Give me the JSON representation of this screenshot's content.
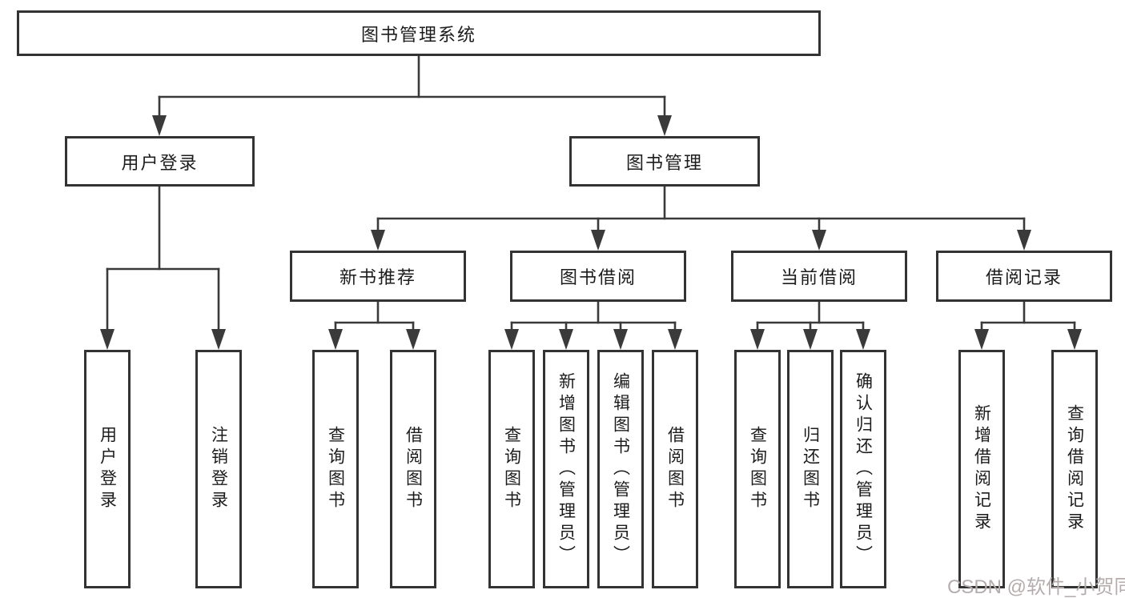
{
  "tree": {
    "root": "图书管理系统",
    "login": {
      "label": "用户登录",
      "children": [
        "用户登录",
        "注销登录"
      ]
    },
    "mgmt": {
      "label": "图书管理",
      "sections": [
        {
          "label": "新书推荐",
          "children": [
            "查询图书",
            "借阅图书"
          ]
        },
        {
          "label": "图书借阅",
          "children": [
            "查询图书",
            "新增图书（管理员）",
            "编辑图书（管理员）",
            "借阅图书"
          ]
        },
        {
          "label": "当前借阅",
          "children": [
            "查询图书",
            "归还图书",
            "确认归还（管理员）"
          ]
        },
        {
          "label": "借阅记录",
          "children": [
            "新增借阅记录",
            "查询借阅记录"
          ]
        }
      ]
    }
  },
  "watermark": "CSDN @软件_小贺同学",
  "colors": {
    "line": "#3a3a3a",
    "box_border": "#333333",
    "text": "#1c1c1c",
    "watermark": "#b5adad",
    "background": "#ffffff"
  }
}
